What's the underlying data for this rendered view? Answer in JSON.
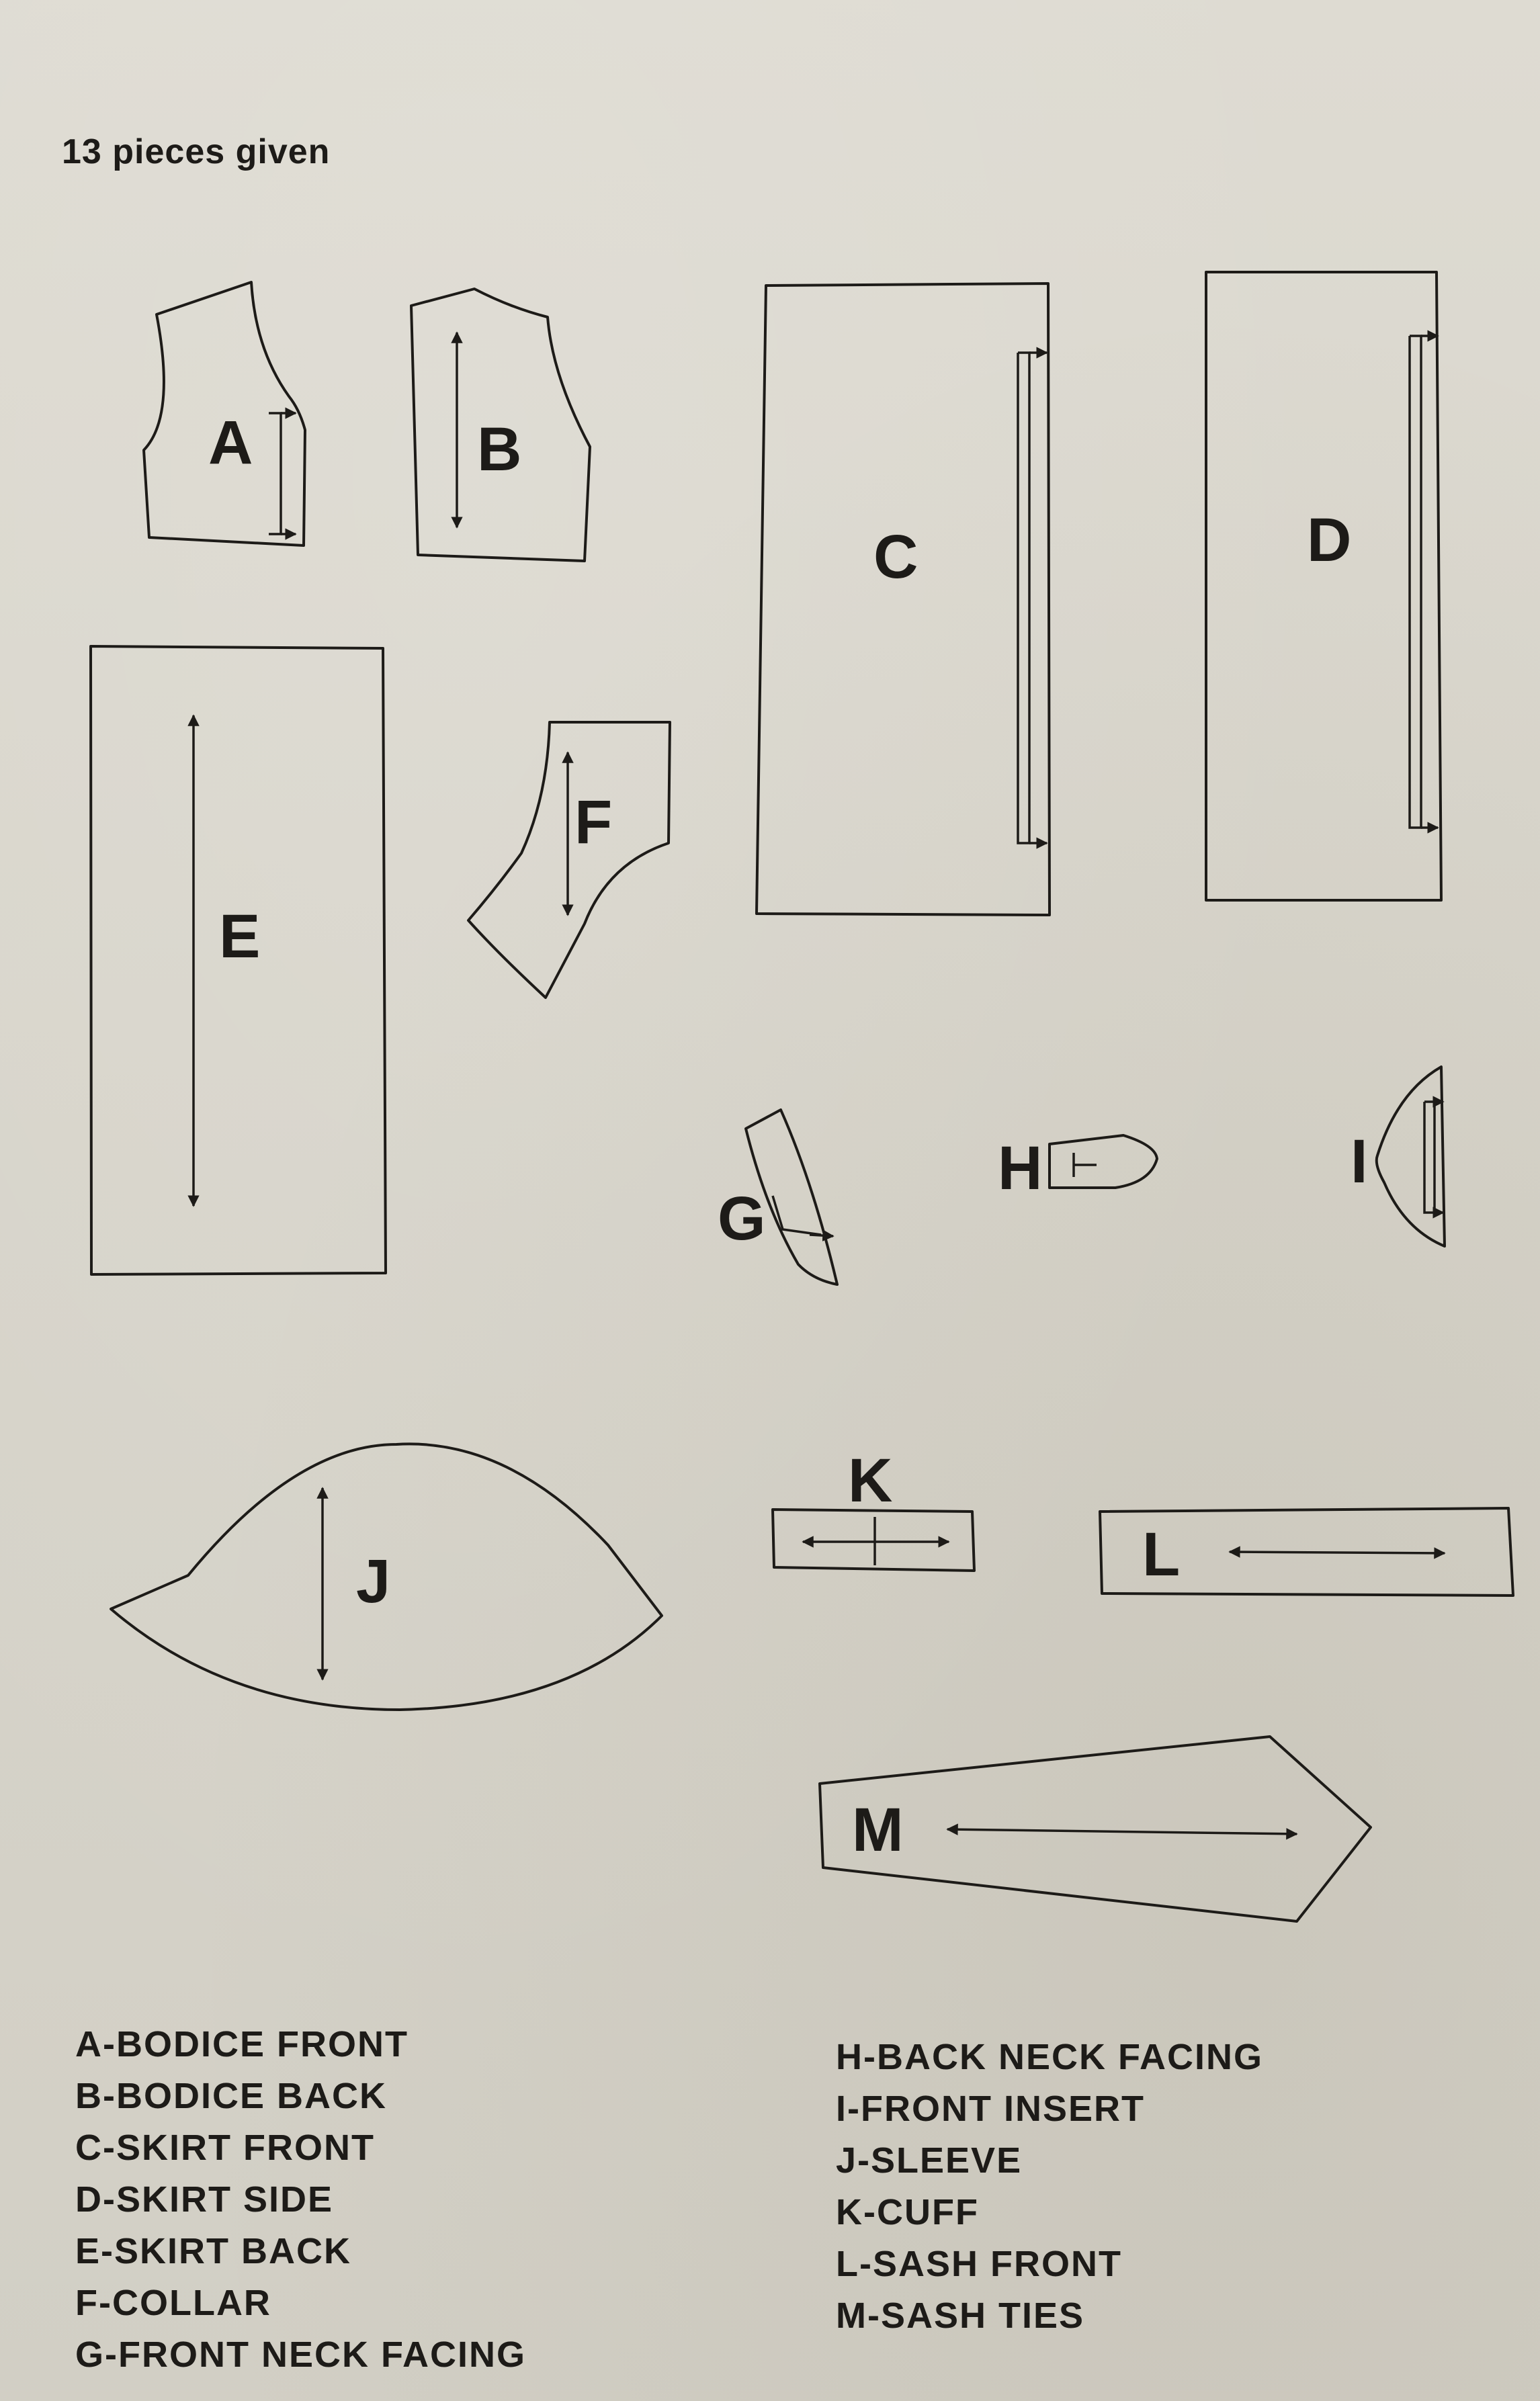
{
  "heading": "13 pieces given",
  "pieces": {
    "a": "A",
    "b": "B",
    "c": "C",
    "d": "D",
    "e": "E",
    "f": "F",
    "g": "G",
    "h": "H",
    "i": "I",
    "j": "J",
    "k": "K",
    "l": "L",
    "m": "M"
  },
  "legend_left": [
    "A-BODICE FRONT",
    "B-BODICE BACK",
    "C-SKIRT FRONT",
    "D-SKIRT SIDE",
    "E-SKIRT BACK",
    "F-COLLAR",
    "G-FRONT NECK FACING"
  ],
  "legend_right": [
    "H-BACK NECK FACING",
    "I-FRONT INSERT",
    "J-SLEEVE",
    "K-CUFF",
    "L-SASH FRONT",
    "M-SASH TIES"
  ]
}
